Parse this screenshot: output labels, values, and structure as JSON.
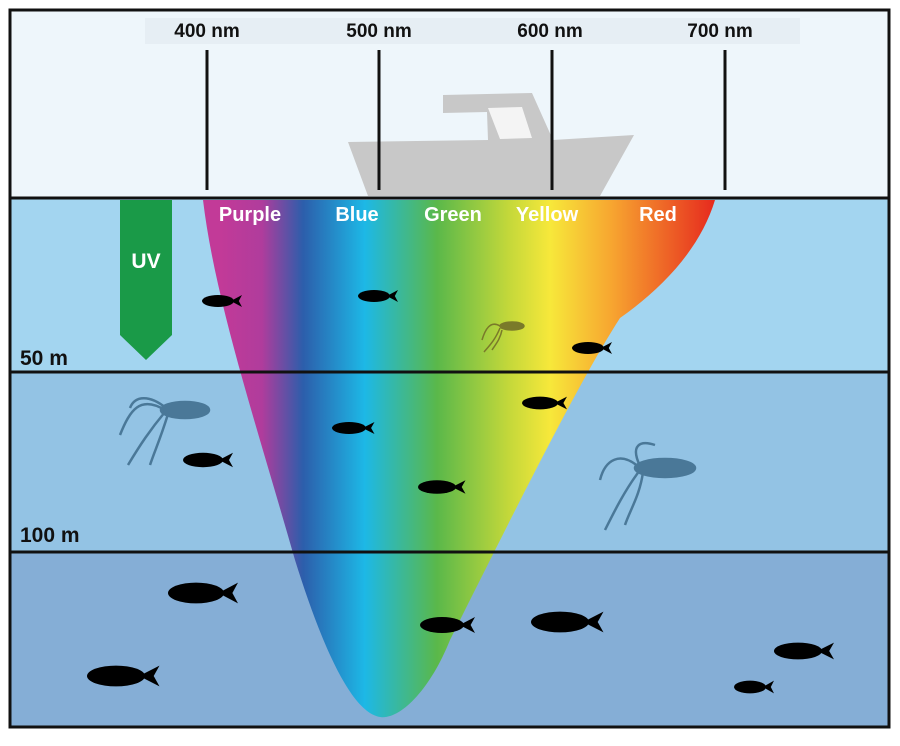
{
  "wavelength_labels": [
    "400 nm",
    "500 nm",
    "600 nm",
    "700 nm"
  ],
  "color_labels": [
    "Purple",
    "Blue",
    "Green",
    "Yellow",
    "Red"
  ],
  "uv_label": "UV",
  "depth_labels": [
    "50 m",
    "100 m"
  ],
  "colors": {
    "sky": "#eef6fb",
    "water_top": "#a3d5f0",
    "water_mid": "#93c3e4",
    "water_bottom": "#85aed6",
    "uv": "#1a9a48",
    "boat": "#c8c8c8"
  }
}
